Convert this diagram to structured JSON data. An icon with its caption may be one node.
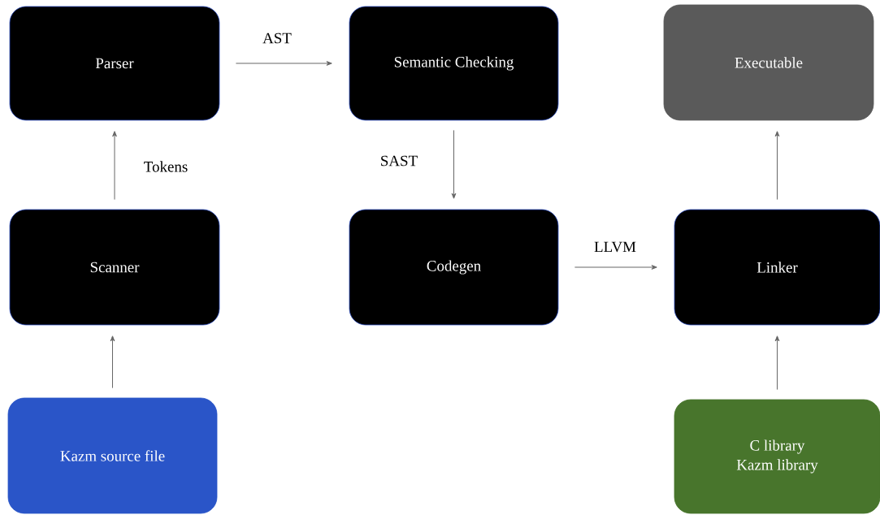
{
  "diagram": {
    "nodes": [
      {
        "text": [
          "Parser"
        ]
      },
      {
        "text": [
          "Semantic Checking"
        ]
      },
      {
        "text": [
          "Executable"
        ]
      },
      {
        "text": [
          "Scanner"
        ]
      },
      {
        "text": [
          "Codegen"
        ]
      },
      {
        "text": [
          "Linker"
        ]
      },
      {
        "text": [
          "Kazm source file"
        ]
      },
      {
        "text": [
          "C library",
          "Kazm library"
        ]
      }
    ],
    "edges": [
      {
        "from": 6,
        "to": 3,
        "arrow": "to"
      },
      {
        "from": 3,
        "to": 0,
        "arrow": "to",
        "label": "Tokens"
      },
      {
        "from": 0,
        "to": 1,
        "arrow": "to",
        "label": "AST"
      },
      {
        "from": 1,
        "to": 4,
        "arrow": "to",
        "label": "SAST"
      },
      {
        "from": 4,
        "to": 5,
        "arrow": "to",
        "label": "LLVM"
      },
      {
        "from": 7,
        "to": 5,
        "arrow": "to"
      },
      {
        "from": 5,
        "to": 2,
        "arrow": "to"
      }
    ]
  }
}
